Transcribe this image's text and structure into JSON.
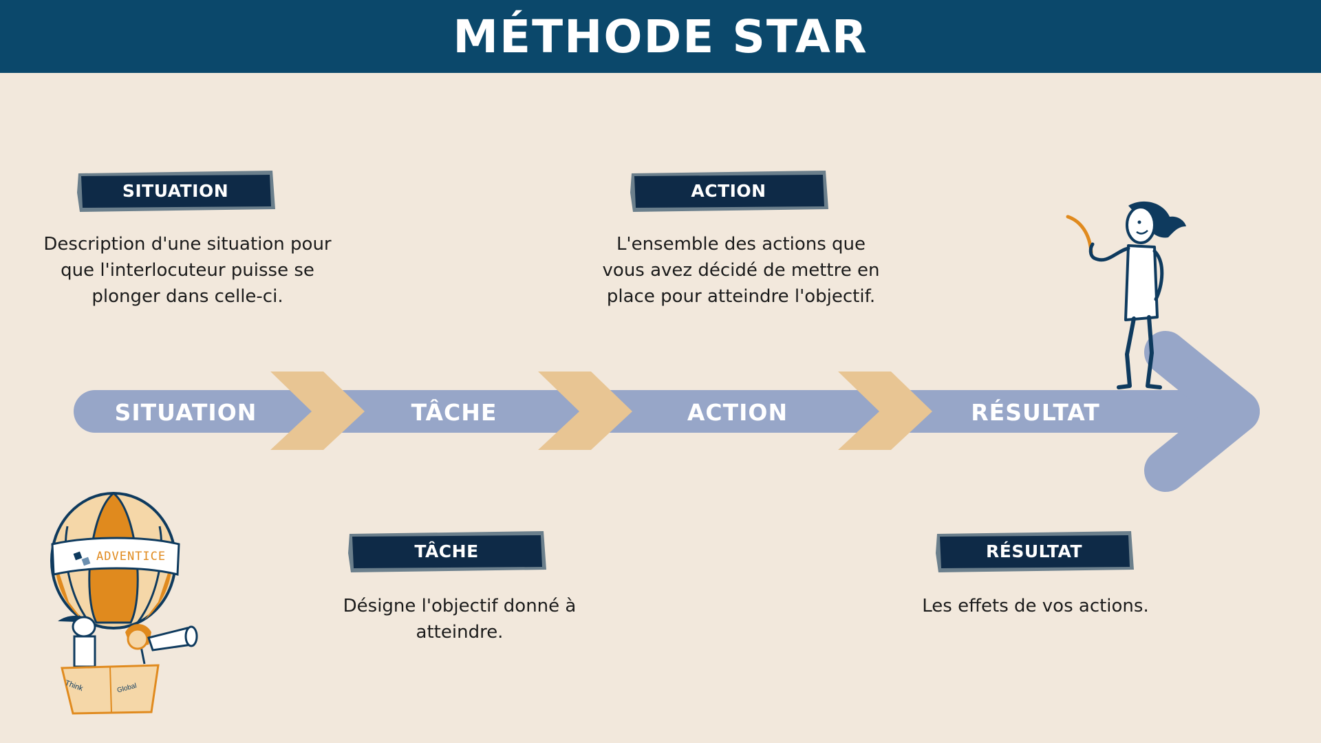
{
  "title": "MÉTHODE STAR",
  "steps": [
    {
      "label": "SITUATION",
      "tag": "SITUATION",
      "description": "Description d'une situation pour que l'interlocuteur puisse se plonger dans celle-ci."
    },
    {
      "label": "TÂCHE",
      "tag": "TÂCHE",
      "description": "Désigne l'objectif donné à atteindre."
    },
    {
      "label": "ACTION",
      "tag": "ACTION",
      "description": "L'ensemble des actions que vous avez décidé de mettre en place pour atteindre l'objectif."
    },
    {
      "label": "RÉSULTAT",
      "tag": "RÉSULTAT",
      "description": "Les effets de vos actions."
    }
  ],
  "logo": {
    "brand": "ADVENTICE",
    "basket_text_1": "Think",
    "basket_text_2": "Global"
  },
  "colors": {
    "header": "#0b486b",
    "background": "#f2e8dc",
    "tag": "#0e2a47",
    "tag_border": "#6b7f8c",
    "arrow": "#97a6c8",
    "chevron": "#e8c593",
    "accent": "#e08a1e"
  }
}
